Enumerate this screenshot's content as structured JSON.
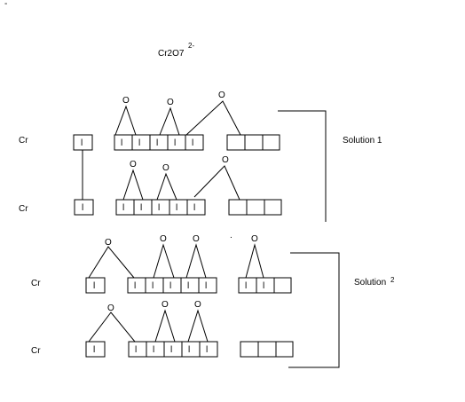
{
  "title": {
    "formula": "Cr2O7",
    "charge": "2-"
  },
  "rows": [
    {
      "element": "Cr",
      "electron_label": "l"
    },
    {
      "element": "Cr",
      "electron_label": "l"
    },
    {
      "element": "Cr",
      "electron_label": "l"
    },
    {
      "element": "Cr",
      "electron_label": "l"
    }
  ],
  "oxygen_label": "O",
  "solutions": [
    {
      "label": "Solution 1",
      "base": "Solution",
      "number": "1"
    },
    {
      "label": "Solution 2",
      "base": "Solution",
      "number": "2"
    }
  ],
  "stray_marks": {
    "corner": "-",
    "dot": "."
  }
}
